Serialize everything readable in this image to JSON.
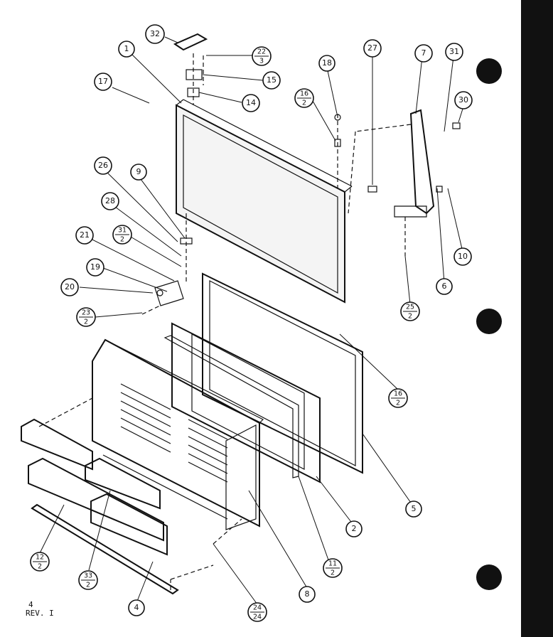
{
  "diagram": {
    "rev_number": "4",
    "rev_label": "REV. I",
    "callouts": [
      {
        "id": "c32",
        "label": "32"
      },
      {
        "id": "c1",
        "label": "1"
      },
      {
        "id": "c22",
        "num": "22",
        "den": "3"
      },
      {
        "id": "c15",
        "label": "15"
      },
      {
        "id": "c14",
        "label": "14"
      },
      {
        "id": "c17",
        "label": "17"
      },
      {
        "id": "c18",
        "label": "18"
      },
      {
        "id": "c27",
        "label": "27"
      },
      {
        "id": "c7",
        "label": "7"
      },
      {
        "id": "c31",
        "label": "31"
      },
      {
        "id": "c30",
        "label": "30"
      },
      {
        "id": "c16a",
        "num": "16",
        "den": "2"
      },
      {
        "id": "c26",
        "label": "26"
      },
      {
        "id": "c9",
        "label": "9"
      },
      {
        "id": "c28",
        "label": "28"
      },
      {
        "id": "c31b",
        "num": "31",
        "den": "2"
      },
      {
        "id": "c21",
        "label": "21"
      },
      {
        "id": "c19",
        "label": "19"
      },
      {
        "id": "c20",
        "label": "20"
      },
      {
        "id": "c23",
        "num": "23",
        "den": "2"
      },
      {
        "id": "c10",
        "label": "10"
      },
      {
        "id": "c6",
        "label": "6"
      },
      {
        "id": "c25",
        "num": "25",
        "den": "2"
      },
      {
        "id": "c16b",
        "num": "16",
        "den": "2"
      },
      {
        "id": "c5",
        "label": "5"
      },
      {
        "id": "c2",
        "label": "2"
      },
      {
        "id": "c11",
        "num": "11",
        "den": "2"
      },
      {
        "id": "c12",
        "num": "12",
        "den": "2"
      },
      {
        "id": "c33",
        "num": "33",
        "den": "2"
      },
      {
        "id": "c4",
        "label": "4"
      },
      {
        "id": "c24",
        "num": "24",
        "den": "24"
      },
      {
        "id": "c8",
        "label": "8"
      }
    ]
  }
}
